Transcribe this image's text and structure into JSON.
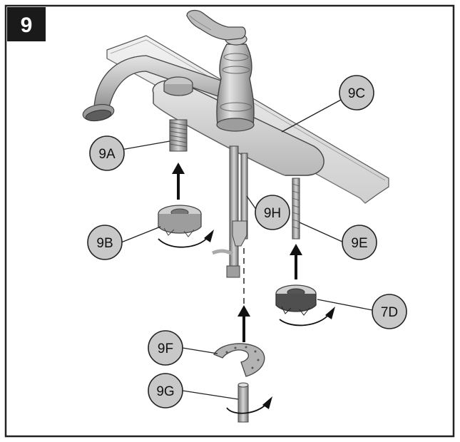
{
  "step_number": "9",
  "callouts": {
    "c9A": "9A",
    "c9B": "9B",
    "c9C": "9C",
    "c9H": "9H",
    "c9E": "9E",
    "c7D": "7D",
    "c9F": "9F",
    "c9G": "9G"
  },
  "colors": {
    "frame": "#222222",
    "callout_fill": "#c8c8c8",
    "metal_light": "#d8d8d8",
    "metal_mid": "#a9a9a9",
    "metal_dark": "#6a6a6a",
    "step_badge": "#1a1a1a"
  }
}
